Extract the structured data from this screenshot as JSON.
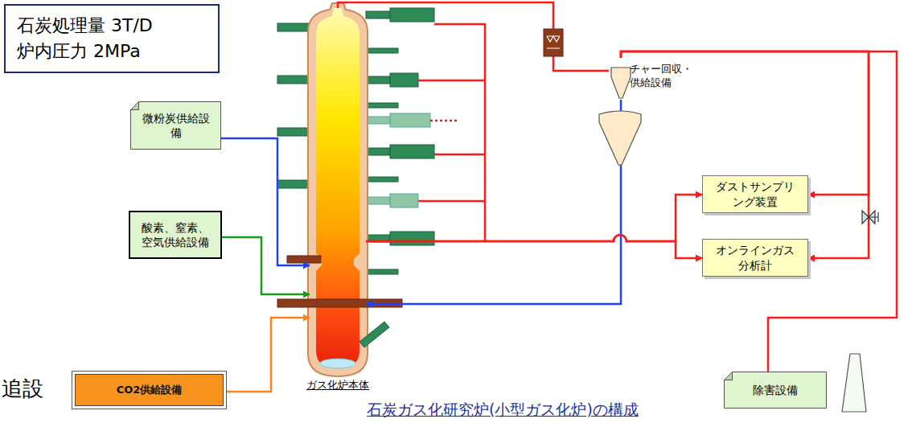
{
  "diagram": {
    "caption": "石炭ガス化研究炉(小型ガス化炉)の構成",
    "nodes": [
      {
        "text": [
          "石炭処理量 3T/D",
          "炉内圧力 2MPa"
        ]
      },
      {
        "text": [
          "微粉炭供給設備"
        ]
      },
      {
        "text": [
          "酸素、窒素、空気供給設備"
        ]
      },
      {
        "text": [
          "CO2供給設備"
        ]
      },
      {
        "text": [
          "ガス化炉本体"
        ]
      },
      {
        "text": [
          "チャー回収・供給設備"
        ]
      },
      {
        "text": [
          "ダストサンプリング装置"
        ]
      },
      {
        "text": [
          "オンラインガス分析計"
        ]
      },
      {
        "text": [
          "除害設備"
        ]
      }
    ],
    "edges": [
      {
        "from": 1,
        "to": 4,
        "arrow": "to"
      },
      {
        "from": 2,
        "to": 4,
        "arrow": "to"
      },
      {
        "from": 3,
        "to": 4,
        "arrow": "to"
      },
      {
        "from": 4,
        "to": 5,
        "arrow": "none"
      },
      {
        "from": 5,
        "to": 4,
        "arrow": "to"
      },
      {
        "from": 4,
        "to": 6,
        "arrow": "to"
      },
      {
        "from": 4,
        "to": 7,
        "arrow": "to"
      },
      {
        "from": 5,
        "to": 6,
        "arrow": "to"
      },
      {
        "from": 5,
        "to": 7,
        "arrow": "to"
      },
      {
        "from": 5,
        "to": 8,
        "arrow": "none"
      }
    ],
    "labels": [
      "追設"
    ]
  }
}
